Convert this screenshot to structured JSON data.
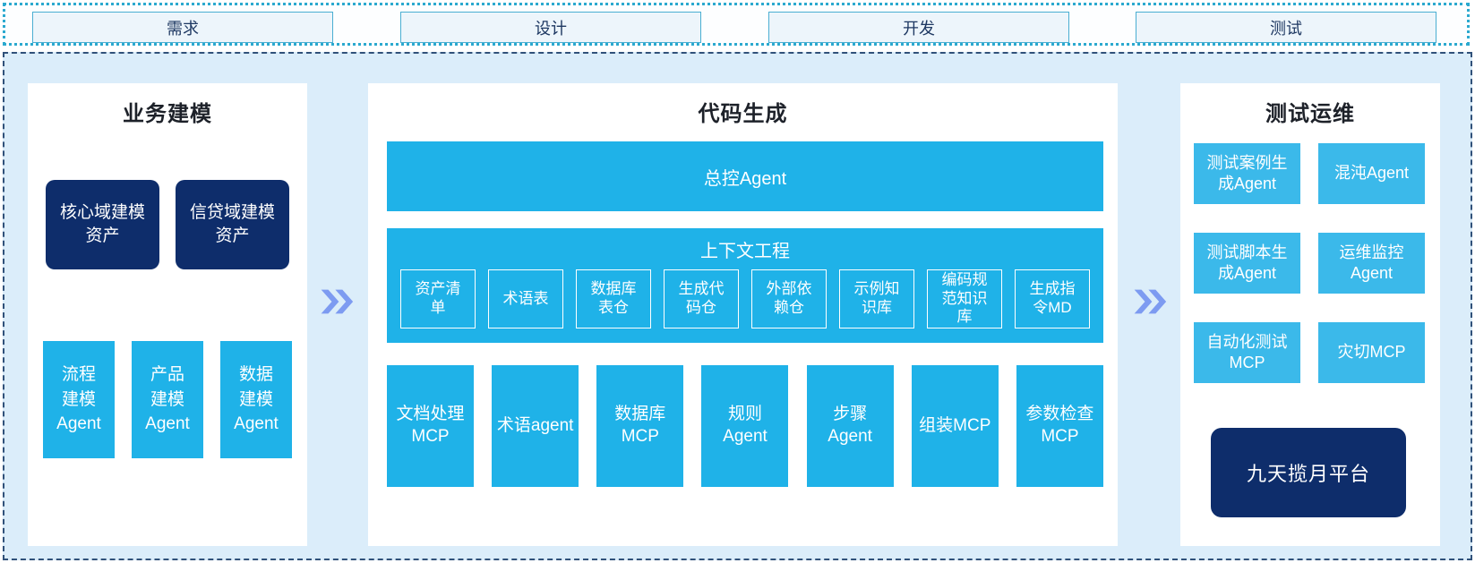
{
  "colors": {
    "cyan": "#1fb2e8",
    "cyan_light": "#3bb9ea",
    "navy": "#0e2d6b",
    "panel_bg": "#ffffff",
    "canvas_bg": "#dbedfa",
    "phase_box_bg": "#edf5fb",
    "phase_box_border": "#4aaed2",
    "top_band_border": "#2ba9cf",
    "main_border": "#30517a",
    "chevron": "#7d9bf1",
    "title_text": "#1d2129",
    "phase_text": "#1e3862"
  },
  "phases": [
    "需求",
    "设计",
    "开发",
    "测试"
  ],
  "left_panel": {
    "title": "业务建模",
    "assets": [
      "核心域建模资产",
      "信贷域建模资产"
    ],
    "agents": [
      "流程建模Agent",
      "产品建模Agent",
      "数据建模Agent"
    ]
  },
  "middle_panel": {
    "title": "代码生成",
    "master_agent": "总控Agent",
    "context": {
      "title": "上下文工程",
      "items": [
        "资产清单",
        "术语表",
        "数据库表仓",
        "生成代码仓",
        "外部依赖仓",
        "示例知识库",
        "编码规范知识库",
        "生成指令MD"
      ]
    },
    "tools": [
      "文档处理MCP",
      "术语agent",
      "数据库MCP",
      "规则Agent",
      "步骤Agent",
      "组装MCP",
      "参数检查MCP"
    ]
  },
  "right_panel": {
    "title": "测试运维",
    "boxes": [
      "测试案例生成Agent",
      "混沌Agent",
      "测试脚本生成Agent",
      "运维监控Agent",
      "自动化测试MCP",
      "灾切MCP"
    ],
    "platform": "九天揽月平台"
  }
}
